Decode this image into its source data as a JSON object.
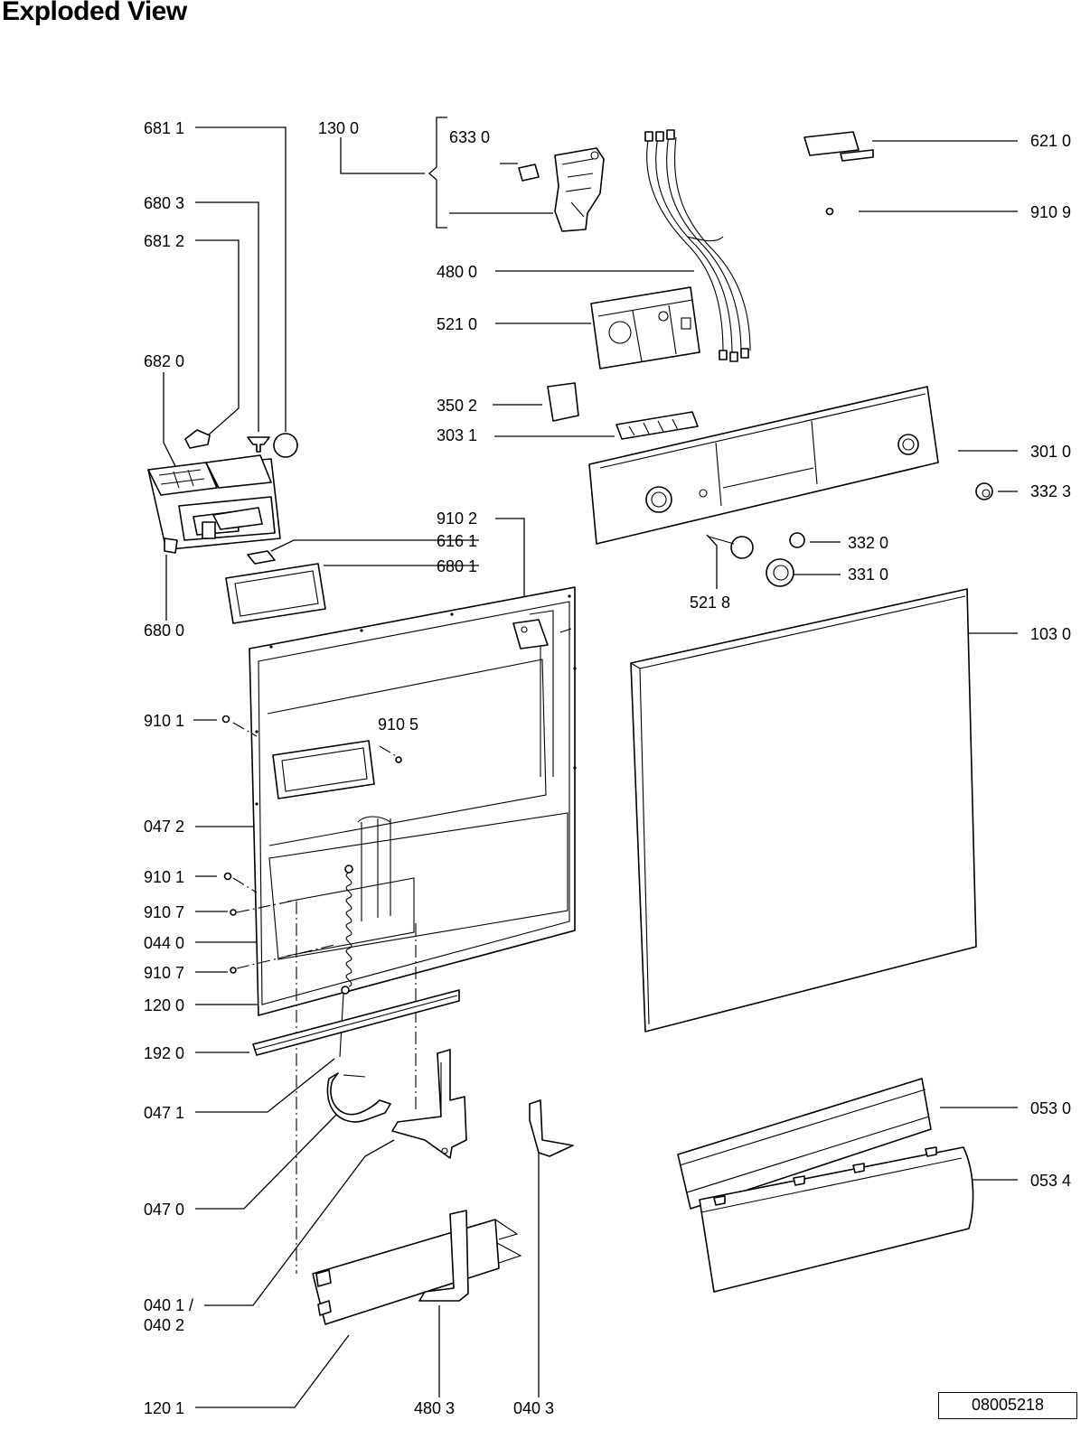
{
  "title": "Exploded View",
  "document_number": "08005218",
  "labels": [
    "681 1",
    "680 3",
    "681 2",
    "682 0",
    "680 0",
    "130 0",
    "633 0",
    "480 0",
    "521 0",
    "350 2",
    "303 1",
    "621 0",
    "910 9",
    "301 0",
    "332 3",
    "332 0",
    "331 0",
    "521 8",
    "910 2",
    "616 1",
    "680 1",
    "103 0",
    "910 1",
    "910 5",
    "047 2",
    "910 1",
    "910 7",
    "044 0",
    "910 7",
    "120 0",
    "192 0",
    "047 1",
    "047 0",
    "040 1 /",
    "040 2",
    "120 1",
    "480 3",
    "040 3",
    "053 0",
    "053 4"
  ]
}
